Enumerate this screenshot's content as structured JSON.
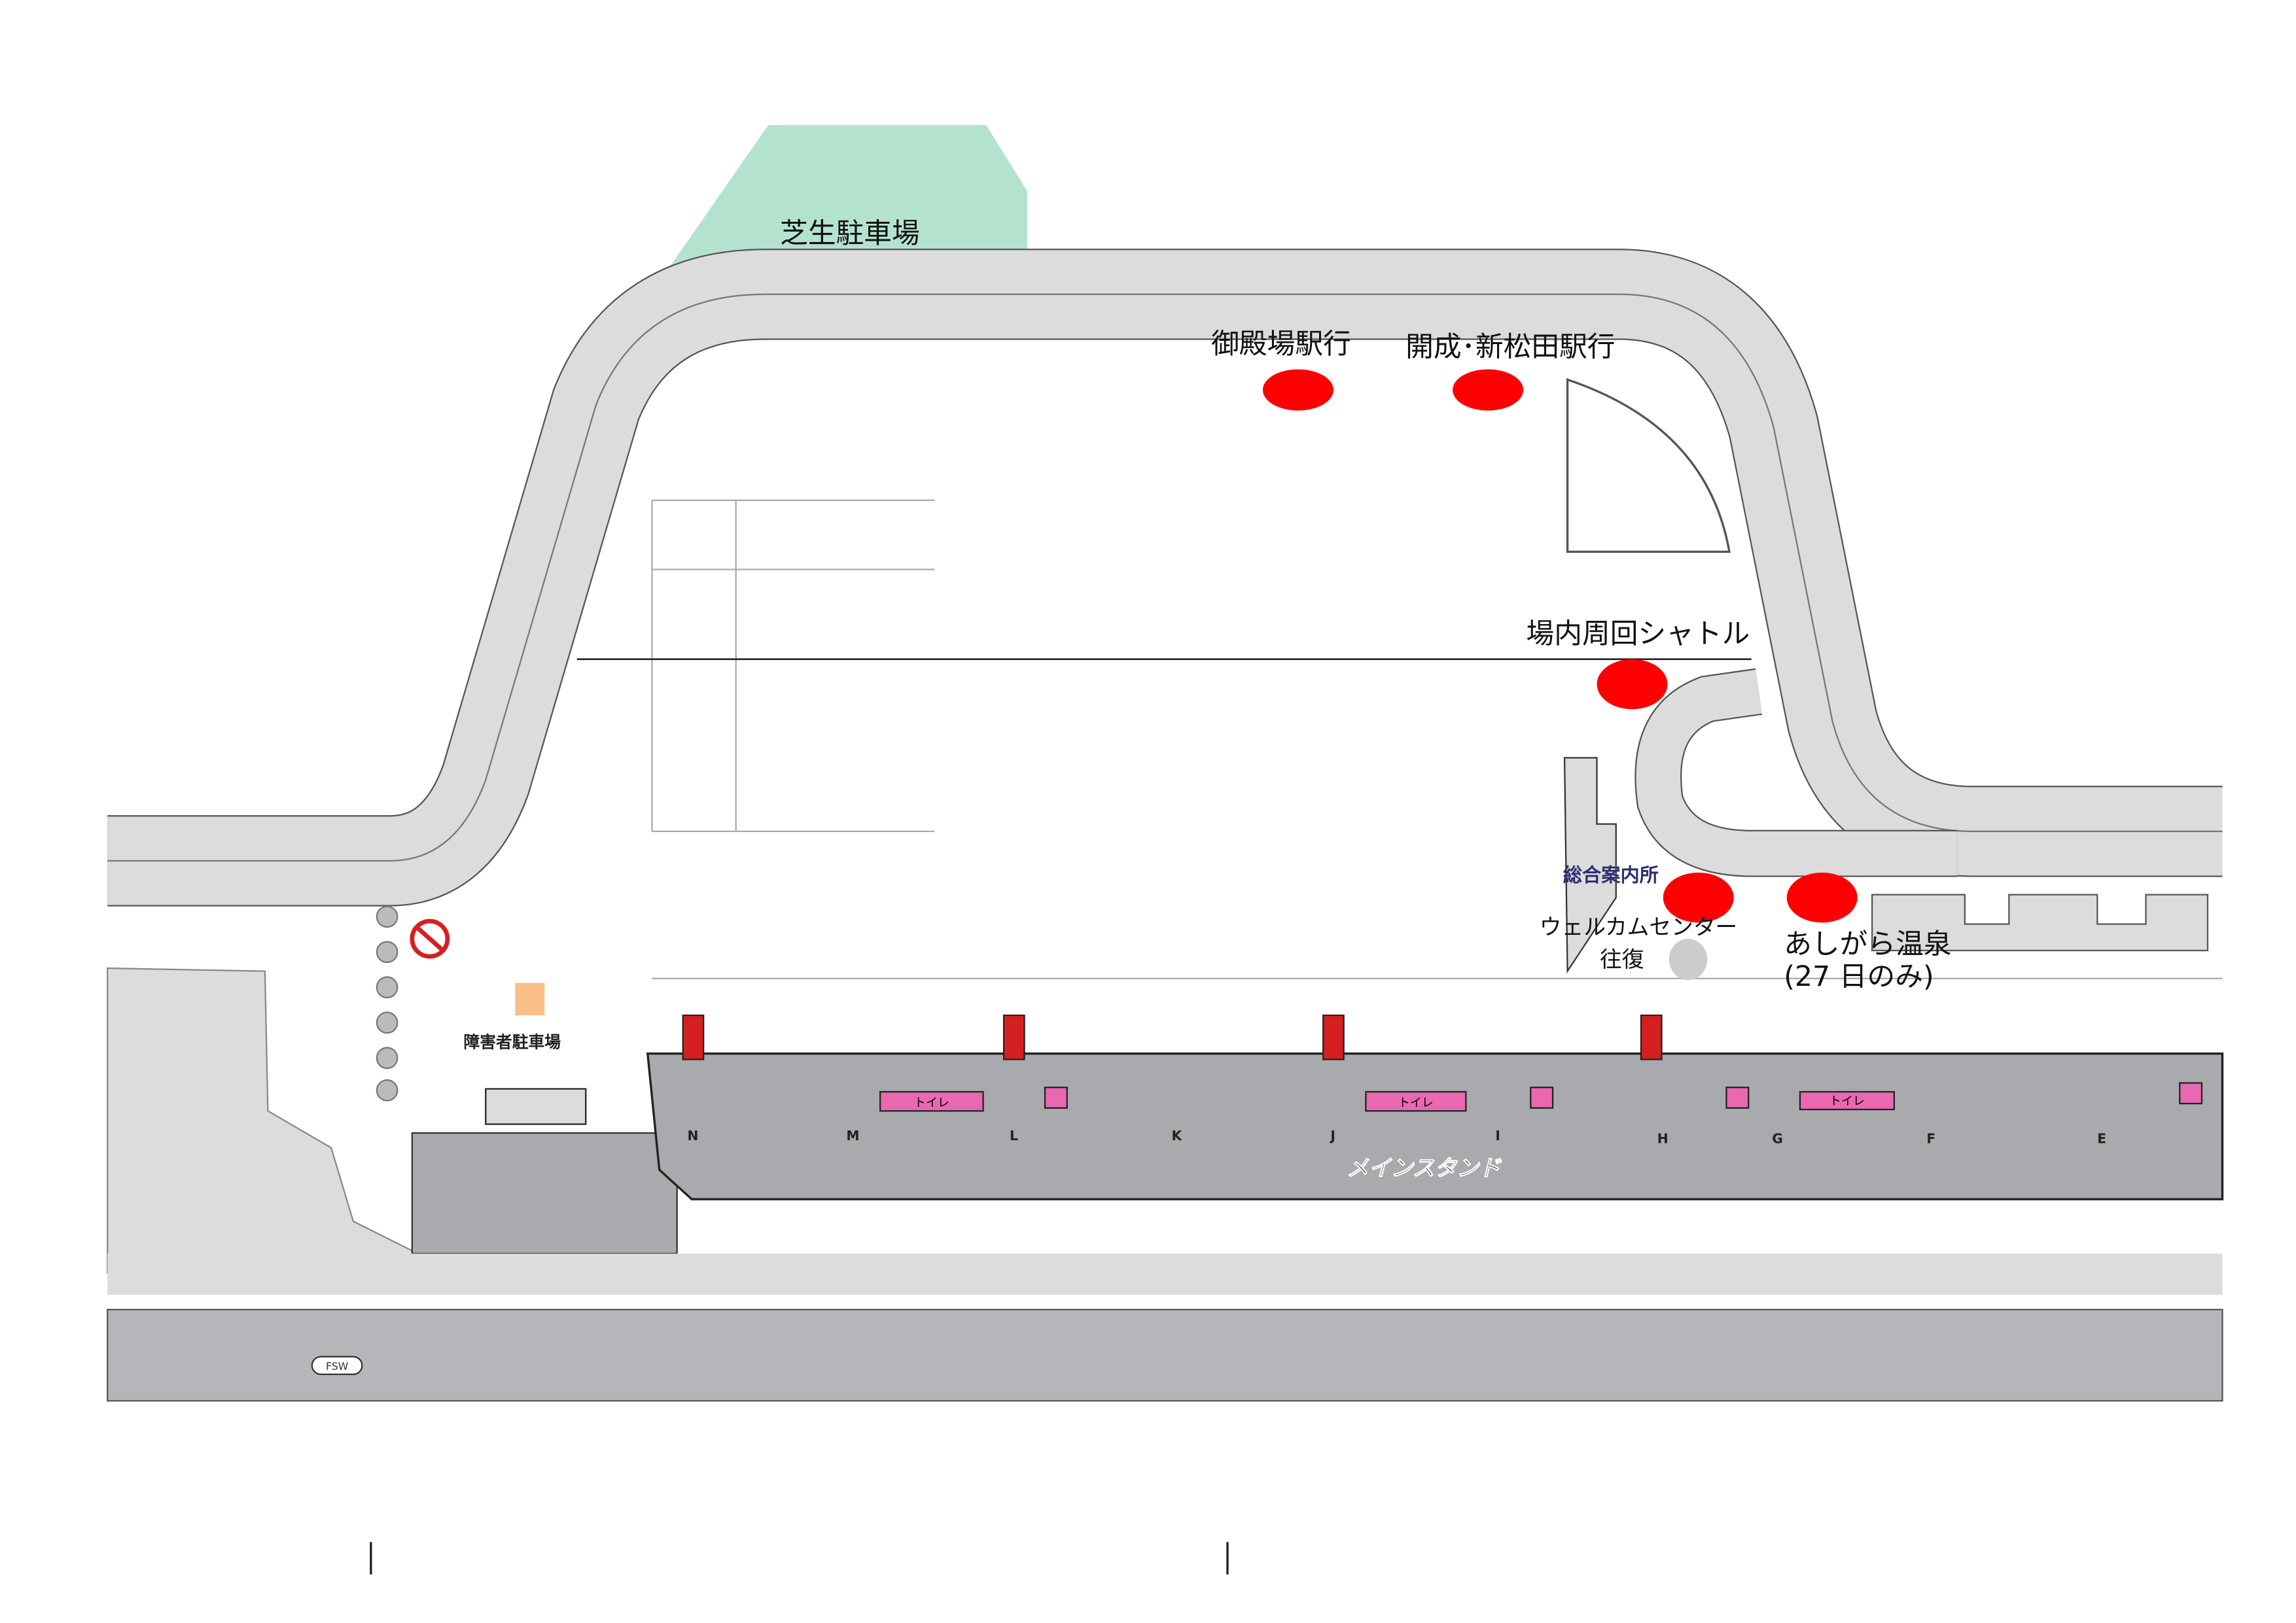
{
  "map": {
    "parking_lawn": "芝生駐車場",
    "stops": [
      {
        "label": "御殿場駅行"
      },
      {
        "label": "開成･新松田駅行"
      },
      {
        "label": "場内周回シャトル"
      },
      {
        "label": "ウェルカムセンター",
        "label2": "往復"
      },
      {
        "label": "あしがら温泉",
        "label2": "(27 日のみ)"
      }
    ],
    "info_center": "総合案内所",
    "disabled_parking": "障害者駐車場",
    "main_stand": "メインスタンド",
    "toilet": "トイレ",
    "gates": [
      "N",
      "M",
      "L",
      "K",
      "J",
      "I",
      "H",
      "G",
      "F",
      "E"
    ],
    "fsw": "FSW",
    "colors": {
      "stop": "#ff0000",
      "lawn": "#b3e3cf",
      "road": "#dcdcdd",
      "stand": "#a9aaad",
      "toilet": "#e968b0",
      "sale": "#d42020"
    }
  }
}
